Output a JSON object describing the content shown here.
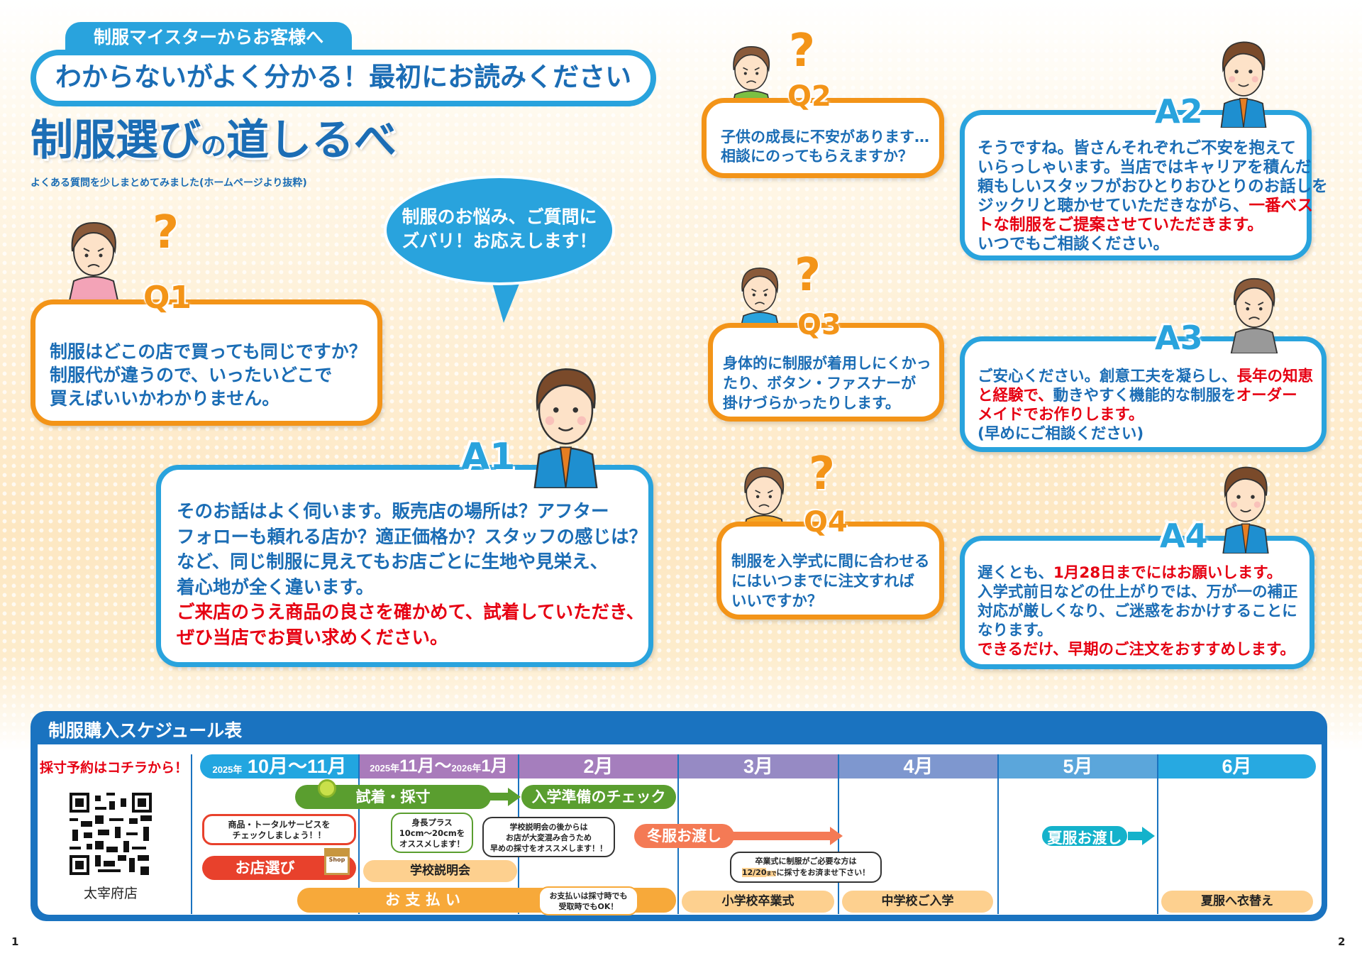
{
  "header": {
    "tab": "制服マイスターからお客様へ",
    "banner": "わからないがよく分かる！最初にお読みください",
    "title_a": "制服選び",
    "title_b": "の",
    "title_c": "道しるべ",
    "subtitle": "よくある質問を少しまとめてみました(ホームページより抜粋)"
  },
  "bubble": {
    "line1": "制服のお悩み、ご質問に",
    "line2": "ズバリ！お応えします！"
  },
  "q1": {
    "label": "Q1",
    "mark": "?",
    "lines": [
      "制服はどこの店で買っても同じですか？",
      "制服代が違うので、いったいどこで",
      "買えばいいかわかりません。"
    ]
  },
  "a1": {
    "label": "A1",
    "lines": [
      "そのお話はよく伺います。販売店の場所は？アフター",
      "フォローも頼れる店か？適正価格か？スタッフの感じは？",
      "など、同じ制服に見えてもお店ごとに生地や見栄え、",
      "着心地が全く違います。"
    ],
    "red_lines": [
      "ご来店のうえ商品の良さを確かめて、試着していただき、",
      "ぜひ当店でお買い求めください。"
    ]
  },
  "q2": {
    "label": "Q2",
    "mark": "?",
    "lines": [
      "子供の成長に不安があります…",
      "相談にのってもらえますか？"
    ]
  },
  "a2": {
    "label": "A2",
    "lines": [
      "そうですね。皆さんそれぞれご不安を抱えて",
      "いらっしゃいます。当店ではキャリアを積んだ",
      "頼もしいスタッフがおひとりおひとりのお話しを",
      "ジックリと聴かせていただきながら、"
    ],
    "red1": "一番ベス",
    "red2": "トな制服をご提案させていただきます。",
    "last": "いつでもご相談ください。"
  },
  "q3": {
    "label": "Q3",
    "mark": "?",
    "lines": [
      "身体的に制服が着用しにくかっ",
      "たり、ボタン・ファスナーが",
      "掛けづらかったりします。"
    ]
  },
  "a3": {
    "label": "A3",
    "l1a": "ご安心ください。創意工夫を凝らし、",
    "l1b": "長年の知恵",
    "l2a": "と経験で、",
    "l2b": "動きやすく機能的な制服を",
    "l2c": "オーダー",
    "l3": "メイドでお作りします。",
    "l4": "(早めにご相談ください)"
  },
  "q4": {
    "label": "Q4",
    "mark": "?",
    "lines": [
      "制服を入学式に間に合わせる",
      "にはいつまでに注文すれば",
      "いいですか？"
    ]
  },
  "a4": {
    "label": "A4",
    "l1a": "遅くとも、",
    "l1b": "1月28日までにはお願いします。",
    "lines": [
      "入学式前日などの仕上がりでは、万が一の補正",
      "対応が厳しくなり、ご迷惑をおかけすることに",
      "なります。"
    ],
    "red": "できるだけ、早期のご注文をおすすめします。"
  },
  "schedule": {
    "title": "制服購入スケジュール表",
    "reserve": "採寸予約はコチラから！",
    "store": "太宰府店",
    "months": [
      {
        "pre": "2025年",
        "main": "10月～11月"
      },
      {
        "pre": "2025年",
        "main": "11月～",
        "pre2": "2026年",
        "main2": "1月"
      },
      {
        "main": "2月"
      },
      {
        "main": "3月"
      },
      {
        "main": "4月"
      },
      {
        "main": "5月"
      },
      {
        "main": "6月"
      }
    ],
    "fitting": "試着・採寸",
    "check": "入学準備のチェック",
    "note_services": [
      "商品・トータルサービスを",
      "チェックしましょう！！"
    ],
    "shop_select": "お店選び",
    "shop_sign": "Shop",
    "note_height": [
      "身長プラス",
      "10cm～20cmを",
      "オススメします！"
    ],
    "note_briefing": [
      "学校説明会の後からは",
      "お店が大変混み合うため",
      "早めの採寸をオススメします！！"
    ],
    "briefing": "学校説明会",
    "payment": "お 支 払 い",
    "note_payment": [
      "お支払いは採寸時でも",
      "受取時でもOK！"
    ],
    "winter": "冬服お渡し",
    "note_grad_l1": "卒業式に制服がご必要な方は",
    "note_grad_date": "12/20",
    "note_grad_small": "まで",
    "note_grad_l2": "に採寸をお済ませ下さい！",
    "summer": "夏服お渡し",
    "elem_grad": "小学校卒業式",
    "jh_entry": "中学校ご入学",
    "summer_change": "夏服へ衣替え"
  },
  "pages": {
    "left": "1",
    "right": "2"
  },
  "colors": {
    "blue": "#29a3dd",
    "text_blue": "#1b6db5",
    "orange": "#f39418",
    "red": "#e60012",
    "green": "#5a9e2f"
  }
}
